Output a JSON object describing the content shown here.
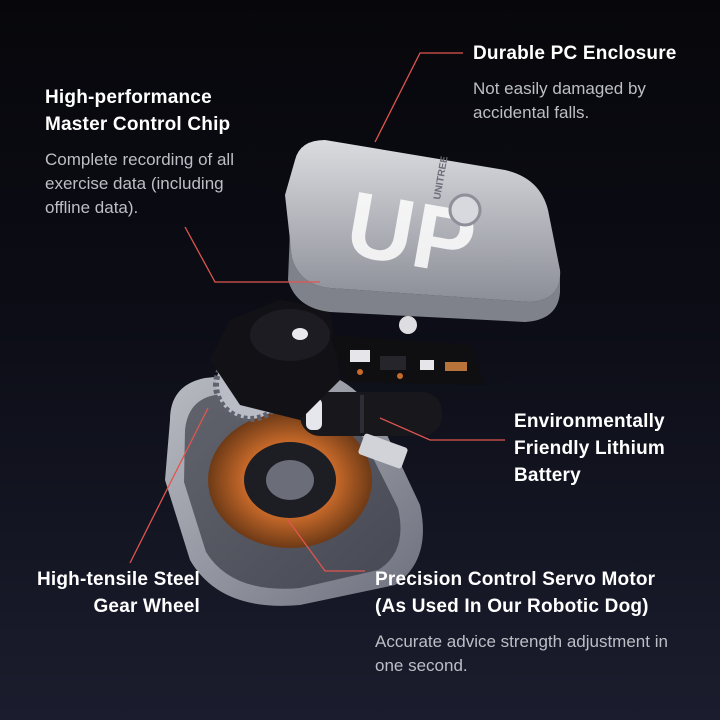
{
  "callouts": {
    "enclosure": {
      "title": "Durable PC Enclosure",
      "desc": "Not easily damaged by accidental falls."
    },
    "chip": {
      "title": "High-performance Master Control Chip",
      "desc": "Complete recording of all exercise data (including offline data)."
    },
    "battery": {
      "title": "Environmentally Friendly Lithium Battery"
    },
    "gear": {
      "title": "High-tensile Steel Gear Wheel"
    },
    "motor": {
      "title": "Precision Control Servo Motor (As Used In Our Robotic Dog)",
      "desc": "Accurate advice strength adjustment in one second."
    }
  },
  "product": {
    "lid_brand": "UNITREE",
    "lid_logo": "UP"
  },
  "colors": {
    "leader_line": "#e0554f",
    "accent_copper": "#c86a2a",
    "title_text": "#ffffff",
    "desc_text": "#bdbec6"
  }
}
